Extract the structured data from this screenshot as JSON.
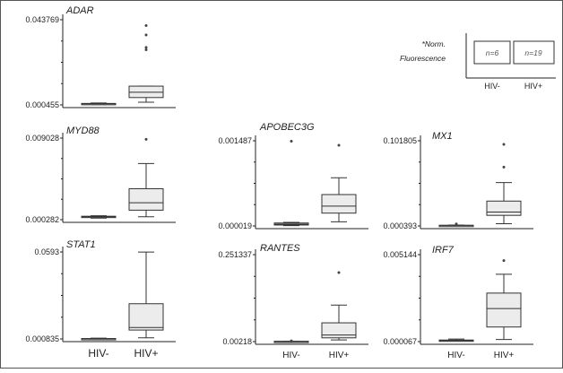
{
  "legend": {
    "line1": "*Norm.",
    "line2": "Fluorescence",
    "groups": [
      {
        "label": "HIV-",
        "n": "n=6"
      },
      {
        "label": "HIV+",
        "n": "n=19"
      }
    ]
  },
  "chart_data": [
    {
      "type": "box",
      "id": "adar",
      "title": "ADAR",
      "ytick_labels": [
        "0.043769",
        "0.000455"
      ],
      "ylim": [
        0.000455,
        0.043769
      ],
      "categories": [],
      "boxes": [
        {
          "group": "HIV-",
          "min": 0.0006,
          "q1": 0.0008,
          "median": 0.001,
          "q3": 0.0012,
          "max": 0.0014,
          "outliers": []
        },
        {
          "group": "HIV+",
          "min": 0.0018,
          "q1": 0.0042,
          "median": 0.0069,
          "q3": 0.01,
          "max": 0.01,
          "outliers": [
            0.0285,
            0.0297,
            0.036,
            0.0408
          ]
        }
      ]
    },
    {
      "type": "box",
      "id": "myd88",
      "title": "MYD88",
      "ytick_labels": [
        "0.009028",
        "0.000282"
      ],
      "ylim": [
        0.000282,
        0.009028
      ],
      "categories": [],
      "boxes": [
        {
          "group": "HIV-",
          "min": 0.00045,
          "q1": 0.00055,
          "median": 0.0006,
          "q3": 0.00065,
          "max": 0.0007,
          "outliers": []
        },
        {
          "group": "HIV+",
          "min": 0.0006,
          "q1": 0.0013,
          "median": 0.0021,
          "q3": 0.0036,
          "max": 0.0063,
          "outliers": [
            0.0089
          ]
        }
      ]
    },
    {
      "type": "box",
      "id": "stat1",
      "title": "STAT1",
      "ytick_labels": [
        "0.0593",
        "0.000835"
      ],
      "ylim": [
        0.000835,
        0.0593
      ],
      "categories": [
        "HIV-",
        "HIV+"
      ],
      "boxes": [
        {
          "group": "HIV-",
          "min": 0.00085,
          "q1": 0.0009,
          "median": 0.00095,
          "q3": 0.0011,
          "max": 0.0014,
          "outliers": []
        },
        {
          "group": "HIV+",
          "min": 0.0016,
          "q1": 0.0068,
          "median": 0.0085,
          "q3": 0.0245,
          "max": 0.0592,
          "outliers": []
        }
      ]
    },
    {
      "type": "box",
      "id": "apobec3g",
      "title": "APOBEC3G",
      "ytick_labels": [
        "0.001487",
        "0.000019"
      ],
      "ylim": [
        1.9e-05,
        0.001487
      ],
      "categories": [],
      "boxes": [
        {
          "group": "HIV-",
          "min": 2.5e-05,
          "q1": 3.5e-05,
          "median": 5e-05,
          "q3": 7e-05,
          "max": 8e-05,
          "outliers": [
            0.00148
          ]
        },
        {
          "group": "HIV+",
          "min": 9e-05,
          "q1": 0.00024,
          "median": 0.00036,
          "q3": 0.00056,
          "max": 0.00085,
          "outliers": [
            0.00141
          ]
        }
      ]
    },
    {
      "type": "box",
      "id": "rantes",
      "title": "RANTES",
      "ytick_labels": [
        "0.251337",
        "0.00218"
      ],
      "ylim": [
        0.00218,
        0.251337
      ],
      "categories": [
        "HIV-",
        "HIV+"
      ],
      "boxes": [
        {
          "group": "HIV-",
          "min": 0.0023,
          "q1": 0.0025,
          "median": 0.0028,
          "q3": 0.0032,
          "max": 0.0035,
          "outliers": [
            0.0045
          ]
        },
        {
          "group": "HIV+",
          "min": 0.007,
          "q1": 0.013,
          "median": 0.021,
          "q3": 0.056,
          "max": 0.107,
          "outliers": [
            0.2
          ]
        }
      ]
    },
    {
      "type": "box",
      "id": "mx1",
      "title": "MX1",
      "ytick_labels": [
        "0.101805",
        "0.000393"
      ],
      "ylim": [
        0.000393,
        0.101805
      ],
      "categories": [],
      "boxes": [
        {
          "group": "HIV-",
          "min": 0.0006,
          "q1": 0.0008,
          "median": 0.001,
          "q3": 0.0012,
          "max": 0.0014,
          "outliers": [
            0.0028
          ]
        },
        {
          "group": "HIV+",
          "min": 0.003,
          "q1": 0.013,
          "median": 0.017,
          "q3": 0.03,
          "max": 0.052,
          "outliers": [
            0.0705,
            0.0976
          ]
        }
      ]
    },
    {
      "type": "box",
      "id": "irf7",
      "title": "IRF7",
      "ytick_labels": [
        "0.005144",
        "0.000067"
      ],
      "ylim": [
        6.7e-05,
        0.005144
      ],
      "categories": [
        "HIV-",
        "HIV+"
      ],
      "boxes": [
        {
          "group": "HIV-",
          "min": 9e-05,
          "q1": 0.00011,
          "median": 0.00013,
          "q3": 0.00016,
          "max": 0.00022,
          "outliers": []
        },
        {
          "group": "HIV+",
          "min": 0.00019,
          "q1": 0.00092,
          "median": 0.002,
          "q3": 0.0029,
          "max": 0.004,
          "outliers": [
            0.0048
          ]
        }
      ]
    }
  ]
}
